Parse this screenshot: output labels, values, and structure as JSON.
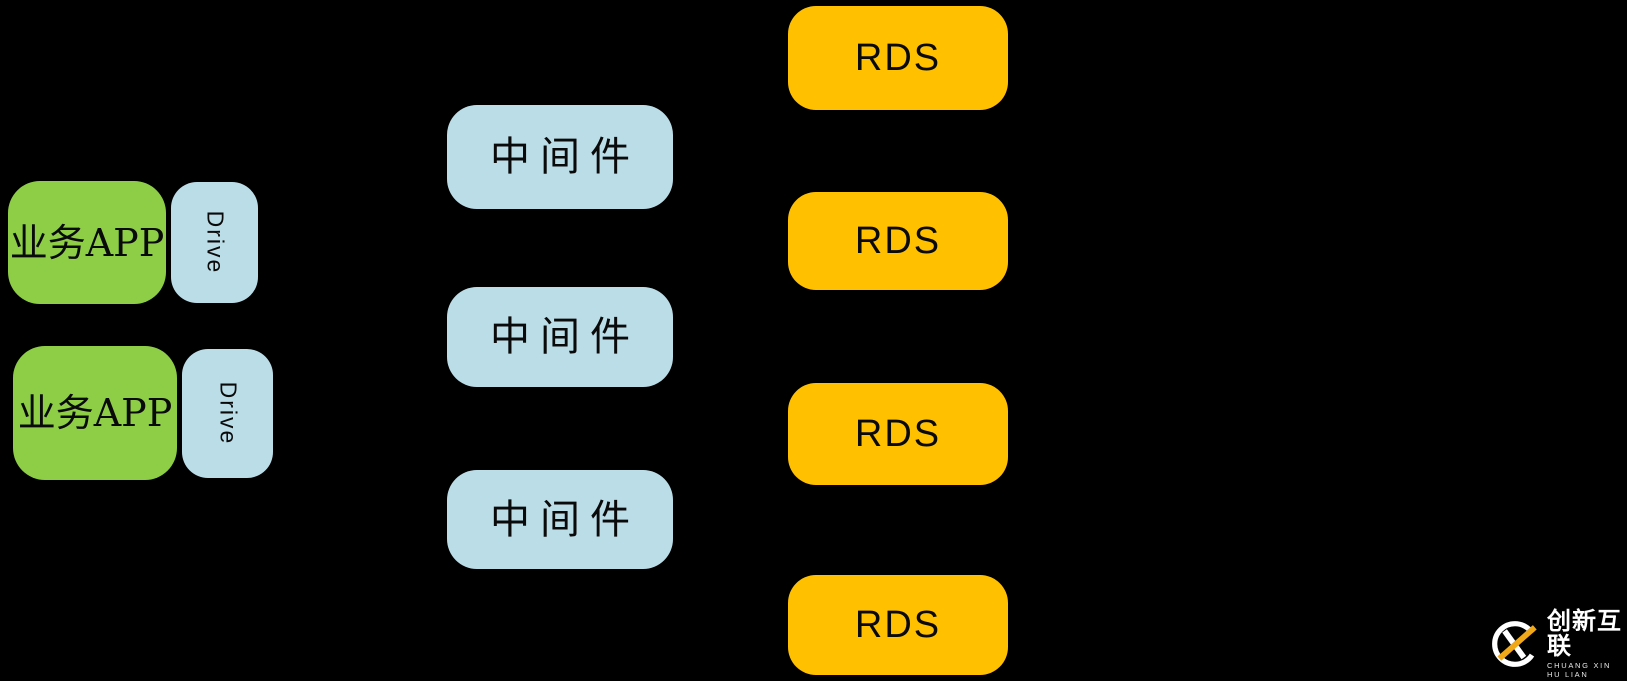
{
  "canvas": {
    "background": "#000000"
  },
  "colors": {
    "app_green": "#8DCE46",
    "drive_blue": "#BBDDE8",
    "middleware_blue": "#BBDDE8",
    "rds_amber": "#FFC000",
    "node_text": "#0A0A0A",
    "logo_accent": "#F0A818",
    "logo_text": "#FFFFFF"
  },
  "diagram": {
    "apps": [
      {
        "label": "业务APP",
        "drive_label": "Drive"
      },
      {
        "label": "业务APP",
        "drive_label": "Drive"
      }
    ],
    "middleware": [
      {
        "label": "中间件"
      },
      {
        "label": "中间件"
      },
      {
        "label": "中间件"
      }
    ],
    "rds": [
      {
        "label": "RDS"
      },
      {
        "label": "RDS"
      },
      {
        "label": "RDS"
      },
      {
        "label": "RDS"
      }
    ]
  },
  "logo": {
    "title": "创新互联",
    "subtitle": "CHUANG XIN HU LIAN"
  }
}
